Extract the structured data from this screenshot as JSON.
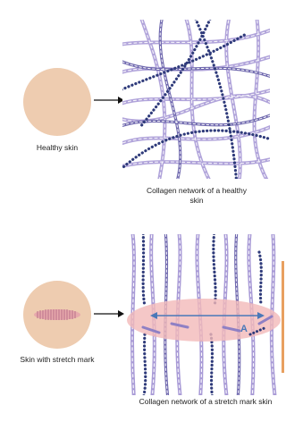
{
  "top": {
    "skin_label": "Healthy skin",
    "network_caption": "Collagen network of a healthy skin"
  },
  "bottom": {
    "skin_label": "Skin with stretch mark",
    "network_caption": "Collagen network of a stretch mark skin",
    "marker_label": "A"
  },
  "colors": {
    "skin": "#EECCB0",
    "fiber_dark": "#2E3A7A",
    "fiber_light": "#9C8CCB",
    "fiber_mid": "#6F68AE",
    "stretch_zone": "#F2B9B9",
    "arrow_blue": "#4A78B8",
    "orange_bar": "#E8A060"
  }
}
